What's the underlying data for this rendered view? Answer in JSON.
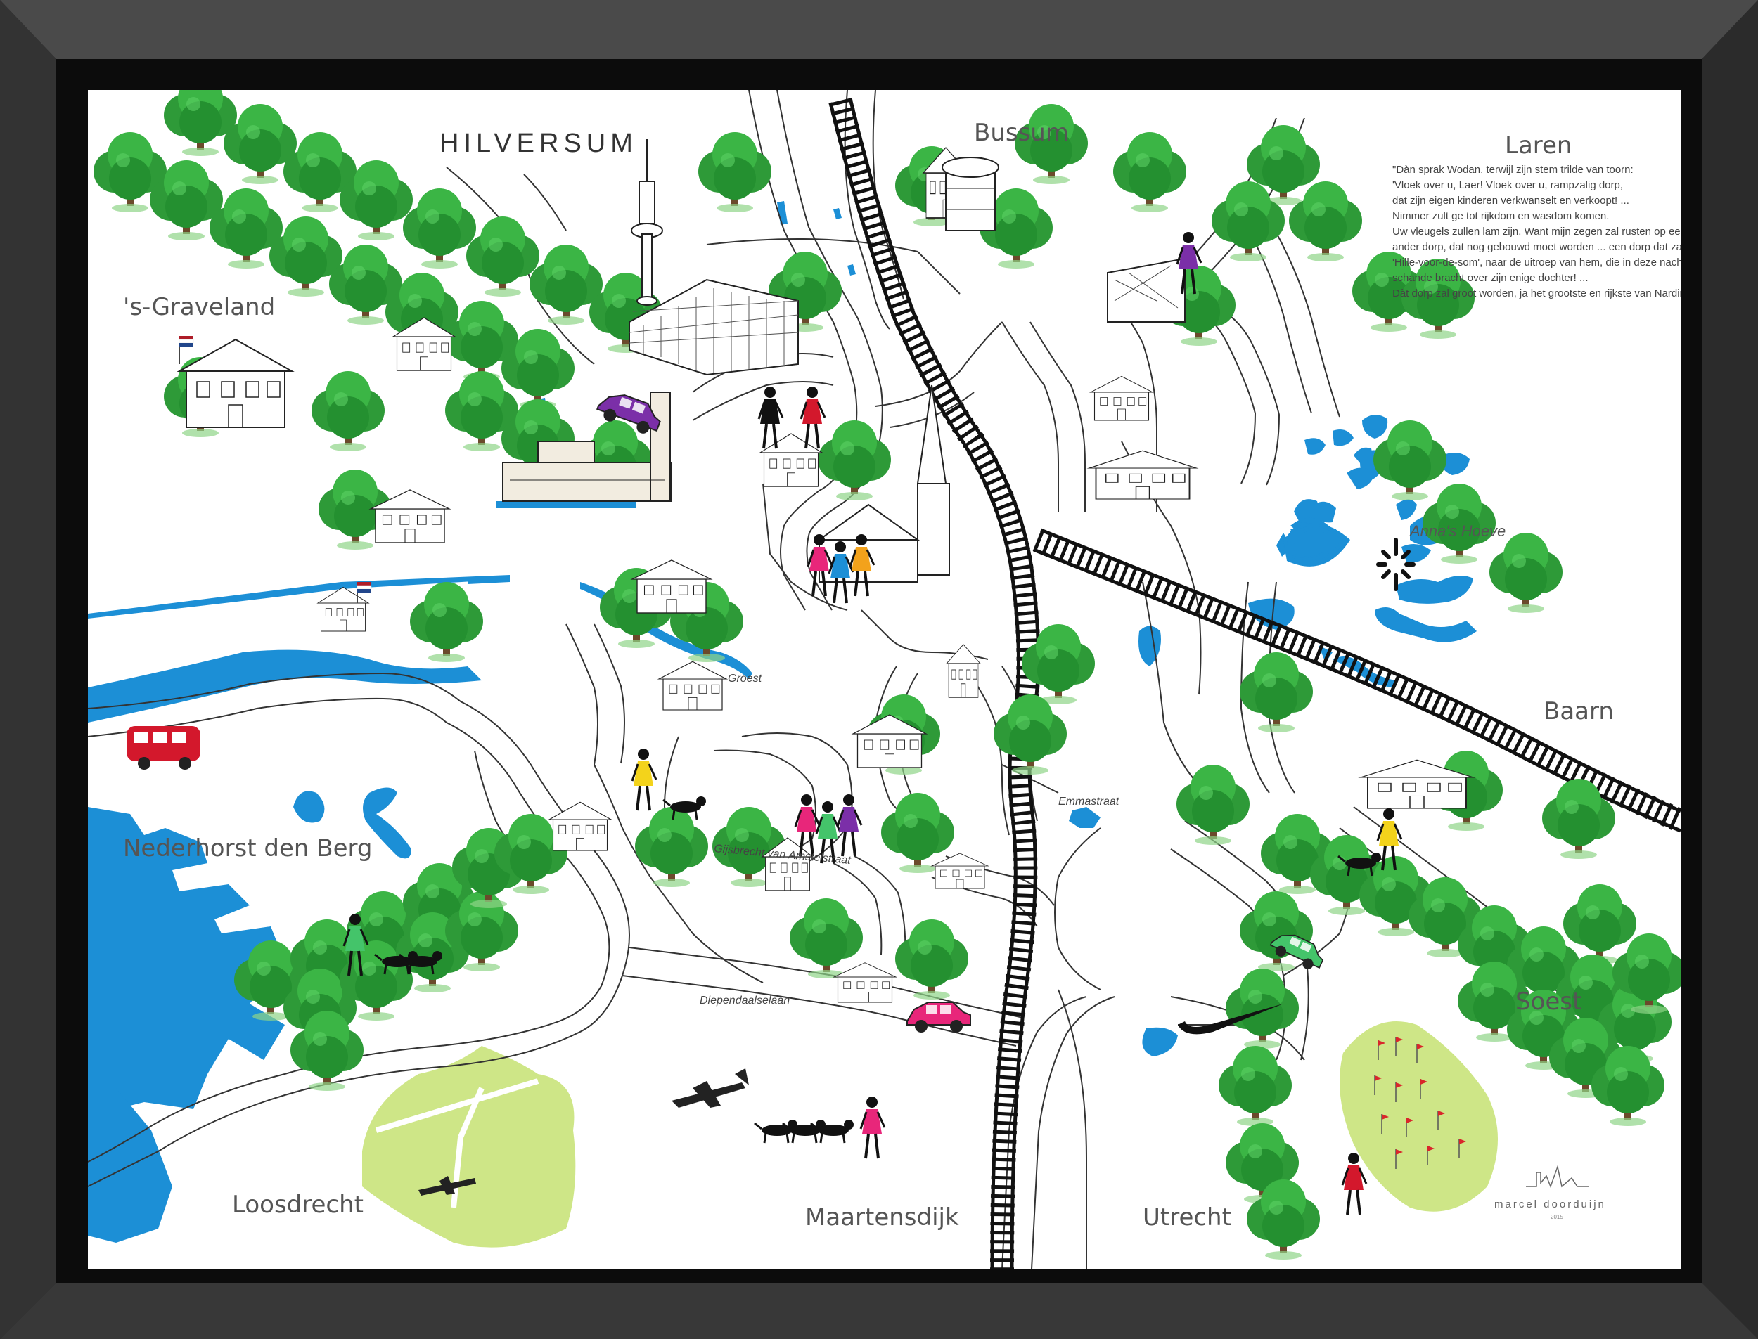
{
  "places": {
    "hilversum": "HILVERSUM",
    "bussum": "Bussum",
    "laren": "Laren",
    "graveland": "'s-Graveland",
    "annas_hoeve": "Anna's Hoeve",
    "baarn": "Baarn",
    "nederhorst": "Nederhorst den Berg",
    "soest": "Soest",
    "loosdrecht": "Loosdrecht",
    "maartensdijk": "Maartensdijk",
    "utrecht": "Utrecht"
  },
  "streets": {
    "groest": "Groest",
    "emmastraat": "Emmastraat",
    "gijsbrecht": "Gijsbrecht van Amstelstraat",
    "diependaalselaan": "Diependaalselaan"
  },
  "legend": {
    "lines": [
      "\"Dàn sprak Wodan, terwijl zijn stem trilde van toorn:",
      "'Vloek over u, Laer! Vloek over u, rampzalig dorp,",
      "dat zijn eigen kinderen verkwanselt en verkoopt! ...",
      "Nimmer zult ge tot rijkdom en wasdom komen.",
      "Uw vleugels zullen lam zijn. Want mijn zegen zal rusten op een",
      "ander dorp, dat nog gebouwd moet worden ... een dorp dat zal heten",
      "'Hille-voor-de-som', naar de uitroep van hem, die in deze nacht",
      "schande bracht over zijn enige dochter! ...",
      "Dàt dorp zal groot worden, ja het grootste en rijkste van Nardinckland.\""
    ]
  },
  "signature": {
    "name": "marcel doorduijn",
    "year": "2015"
  },
  "colors": {
    "frame": "#1e1e1e",
    "paper": "#ffffff",
    "water": "#1c8fd6",
    "tree": "#33a83d",
    "tree_dark": "#1f7d2a",
    "road": "#333333",
    "rail": "#111111",
    "heath": "#c9e37a"
  },
  "icons": [
    "tree-icon",
    "building-icon",
    "tower-icon",
    "car-icon",
    "bus-icon",
    "plane-icon",
    "person-icon",
    "dog-icon",
    "flag-icon",
    "swoosh-icon",
    "flower-icon"
  ]
}
